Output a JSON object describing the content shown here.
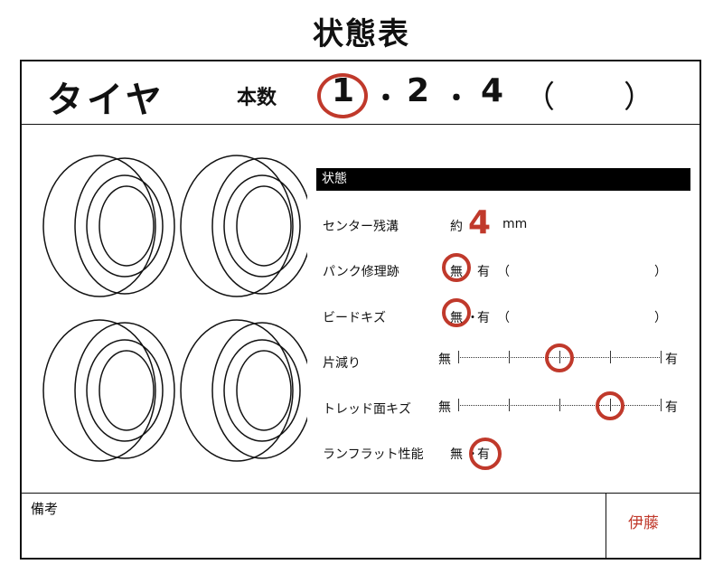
{
  "title": "状態表",
  "item": {
    "type": "タイヤ",
    "count_label": "本数",
    "count_options": [
      "1",
      "2",
      "4"
    ],
    "count_separator": "・",
    "count_other_open": "（",
    "count_other_close": "）",
    "count_selected": "1"
  },
  "status": {
    "header": "状態",
    "center_groove": {
      "label": "センター残溝",
      "prefix": "約",
      "value": "4",
      "unit": "mm"
    },
    "puncture_repair": {
      "label": "パンク修理跡",
      "none": "無",
      "present": "有",
      "paren_open": "（",
      "paren_close": "）",
      "selected": "無"
    },
    "bead_damage": {
      "label": "ビードキズ",
      "none": "無",
      "separator": "・",
      "present": "有",
      "paren_open": "（",
      "paren_close": "）",
      "selected": "無"
    },
    "uneven_wear": {
      "label": "片減り",
      "none": "無",
      "present": "有",
      "level_fraction": 0.5
    },
    "tread_damage": {
      "label": "トレッド面キズ",
      "none": "無",
      "present": "有",
      "level_fraction": 0.75
    },
    "run_flat": {
      "label": "ランフラット性能",
      "none": "無",
      "separator": "・",
      "present": "有",
      "selected": "有"
    }
  },
  "remarks": {
    "label": "備考"
  },
  "signature": "伊藤",
  "colors": {
    "accent_red": "#c0392b",
    "ink": "#111111",
    "header_bar": "#000000"
  },
  "icons": [
    "tire-icon"
  ]
}
